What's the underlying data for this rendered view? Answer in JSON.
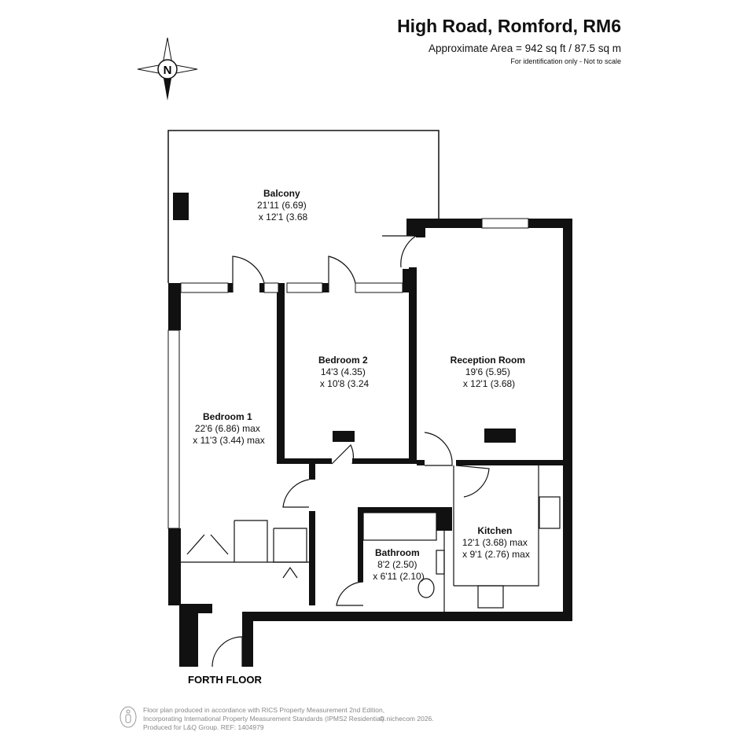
{
  "header": {
    "title": "High Road, Romford, RM6",
    "area": "Approximate Area = 942 sq ft / 87.5 sq m",
    "note": "For identification only - Not to scale"
  },
  "compass": {
    "label": "N"
  },
  "rooms": {
    "balcony": {
      "name": "Balcony",
      "dim1": "21'11 (6.69)",
      "dim2": "x 12'1 (3.68"
    },
    "bedroom2": {
      "name": "Bedroom 2",
      "dim1": "14'3 (4.35)",
      "dim2": "x 10'8 (3.24"
    },
    "reception": {
      "name": "Reception Room",
      "dim1": "19'6 (5.95)",
      "dim2": "x 12'1 (3.68)"
    },
    "bedroom1": {
      "name": "Bedroom 1",
      "dim1": "22'6 (6.86) max",
      "dim2": "x 11'3 (3.44) max"
    },
    "kitchen": {
      "name": "Kitchen",
      "dim1": "12'1 (3.68) max",
      "dim2": "x 9'1 (2.76) max"
    },
    "bathroom": {
      "name": "Bathroom",
      "dim1": "8'2 (2.50)",
      "dim2": "x 6'11 (2.10)"
    }
  },
  "floor_label": "FORTH FLOOR",
  "footer": {
    "line1": "Floor plan produced in accordance with RICS Property Measurement 2nd Edition,",
    "line2": "Incorporating International Property Measurement Standards (IPMS2 Residential).",
    "line3": "Produced for L&Q Group.   REF: 1404979",
    "copyright": "© nichecom 2026."
  }
}
